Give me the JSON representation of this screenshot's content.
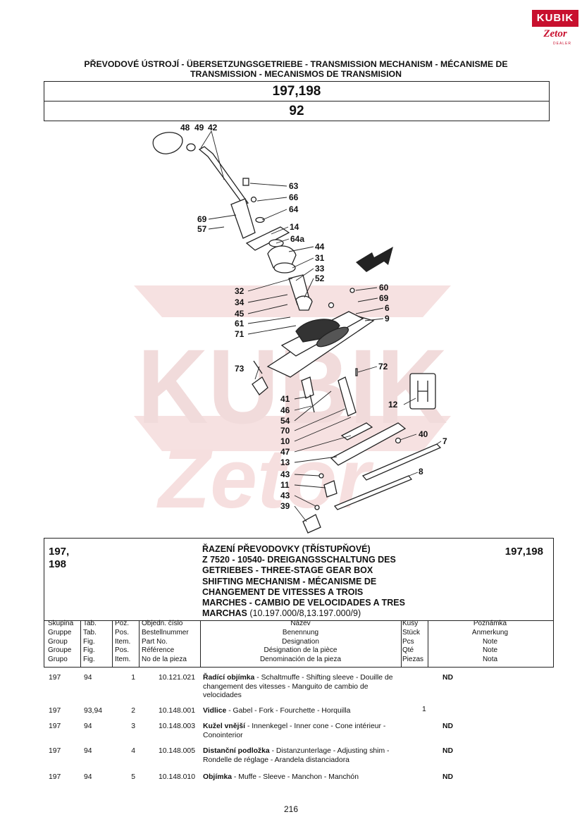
{
  "logo": {
    "brand_top": "KUBIK",
    "brand_bottom": "Zetor",
    "brand_sub": "DEALER"
  },
  "page_title": "PŘEVODOVÉ ÚSTROJÍ - ÜBERSETZUNGSGETRIEBE - TRANSMISSION MECHANISM - MÉCANISME DE TRANSMISSION - MECANISMOS DE TRANSMISION",
  "model_box": "197,198",
  "table_box": "92",
  "callouts": [
    "48",
    "49",
    "42",
    "63",
    "66",
    "64",
    "69",
    "57",
    "14",
    "64a",
    "44",
    "31",
    "33",
    "52",
    "60",
    "69",
    "6",
    "9",
    "32",
    "34",
    "45",
    "61",
    "71",
    "72",
    "73",
    "12",
    "41",
    "46",
    "54",
    "70",
    "10",
    "47",
    "13",
    "40",
    "7",
    "43",
    "11",
    "8",
    "43",
    "39"
  ],
  "group": {
    "code": "197,\n198",
    "title_cz": "ŘAZENÍ PŘEVODOVKY (TŘÍSTUPŇOVÉ)",
    "title_rest": "Z 7520 - 10540- DREIGANGSSCHALTUNG DES GETRIEBES - THREE-STAGE GEAR BOX SHIFTING MECHANISM - MÉCANISME DE CHANGEMENT DE VITESSES A TROIS MARCHES - CAMBIO DE VELOCIDADES A TRES MARCHAS",
    "title_suffix": "(10.197.000/8,13.197.000/9)",
    "models": "197,198"
  },
  "headers": {
    "group": [
      "Skupina",
      "Gruppe",
      "Group",
      "Groupe",
      "Grupo"
    ],
    "table": [
      "Tab.",
      "Tab.",
      "Fig.",
      "Fig.",
      "Fig."
    ],
    "pos": [
      "Poz.",
      "Pos.",
      "Item.",
      "Pos.",
      "Item."
    ],
    "part": [
      "Objedn. číslo",
      "Bestellnummer",
      "Part No.",
      "Référence",
      "No de la pieza"
    ],
    "name": [
      "Název",
      "Benennung",
      "Designation",
      "Désignation de la pièce",
      "Denominación de la pieza"
    ],
    "qty": [
      "Kusy",
      "Stück",
      "Pcs",
      "Qté",
      "Piezas"
    ],
    "note": [
      "Poznámka",
      "Anmerkung",
      "Note",
      "Note",
      "Nota"
    ]
  },
  "rows": [
    {
      "group": "197",
      "table": "94",
      "pos": "1",
      "part": "10.121.021",
      "name_bold": "Řadící objímka",
      "name_rest": " - Schaltmuffe - Shifting sleeve - Douille de changement des vitesses - Manguito de cambio de velocidades",
      "qty": "",
      "note": "ND"
    },
    {
      "group": "197",
      "table": "93,94",
      "pos": "2",
      "part": "10.148.001",
      "name_bold": "Vidlice",
      "name_rest": " - Gabel - Fork - Fourchette - Horquilla",
      "qty": "1",
      "note": ""
    },
    {
      "group": "197",
      "table": "94",
      "pos": "3",
      "part": "10.148.003",
      "name_bold": "Kužel vnější",
      "name_rest": " - Innenkegel - Inner cone - Cone intérieur - Conointerior",
      "qty": "",
      "note": "ND"
    },
    {
      "group": "197",
      "table": "94",
      "pos": "4",
      "part": "10.148.005",
      "name_bold": "Distanční podložka",
      "name_rest": " - Distanzunterlage - Adjusting shim - Rondelle de réglage - Arandela distanciadora",
      "qty": "",
      "note": "ND"
    },
    {
      "group": "197",
      "table": "94",
      "pos": "5",
      "part": "10.148.010",
      "name_bold": "Objímka",
      "name_rest": " - Muffe - Sleeve - Manchon - Manchón",
      "qty": "",
      "note": "ND"
    }
  ],
  "page_number": "216",
  "colors": {
    "brand_red": "#c8102e",
    "watermark": "#f3d2d2"
  }
}
